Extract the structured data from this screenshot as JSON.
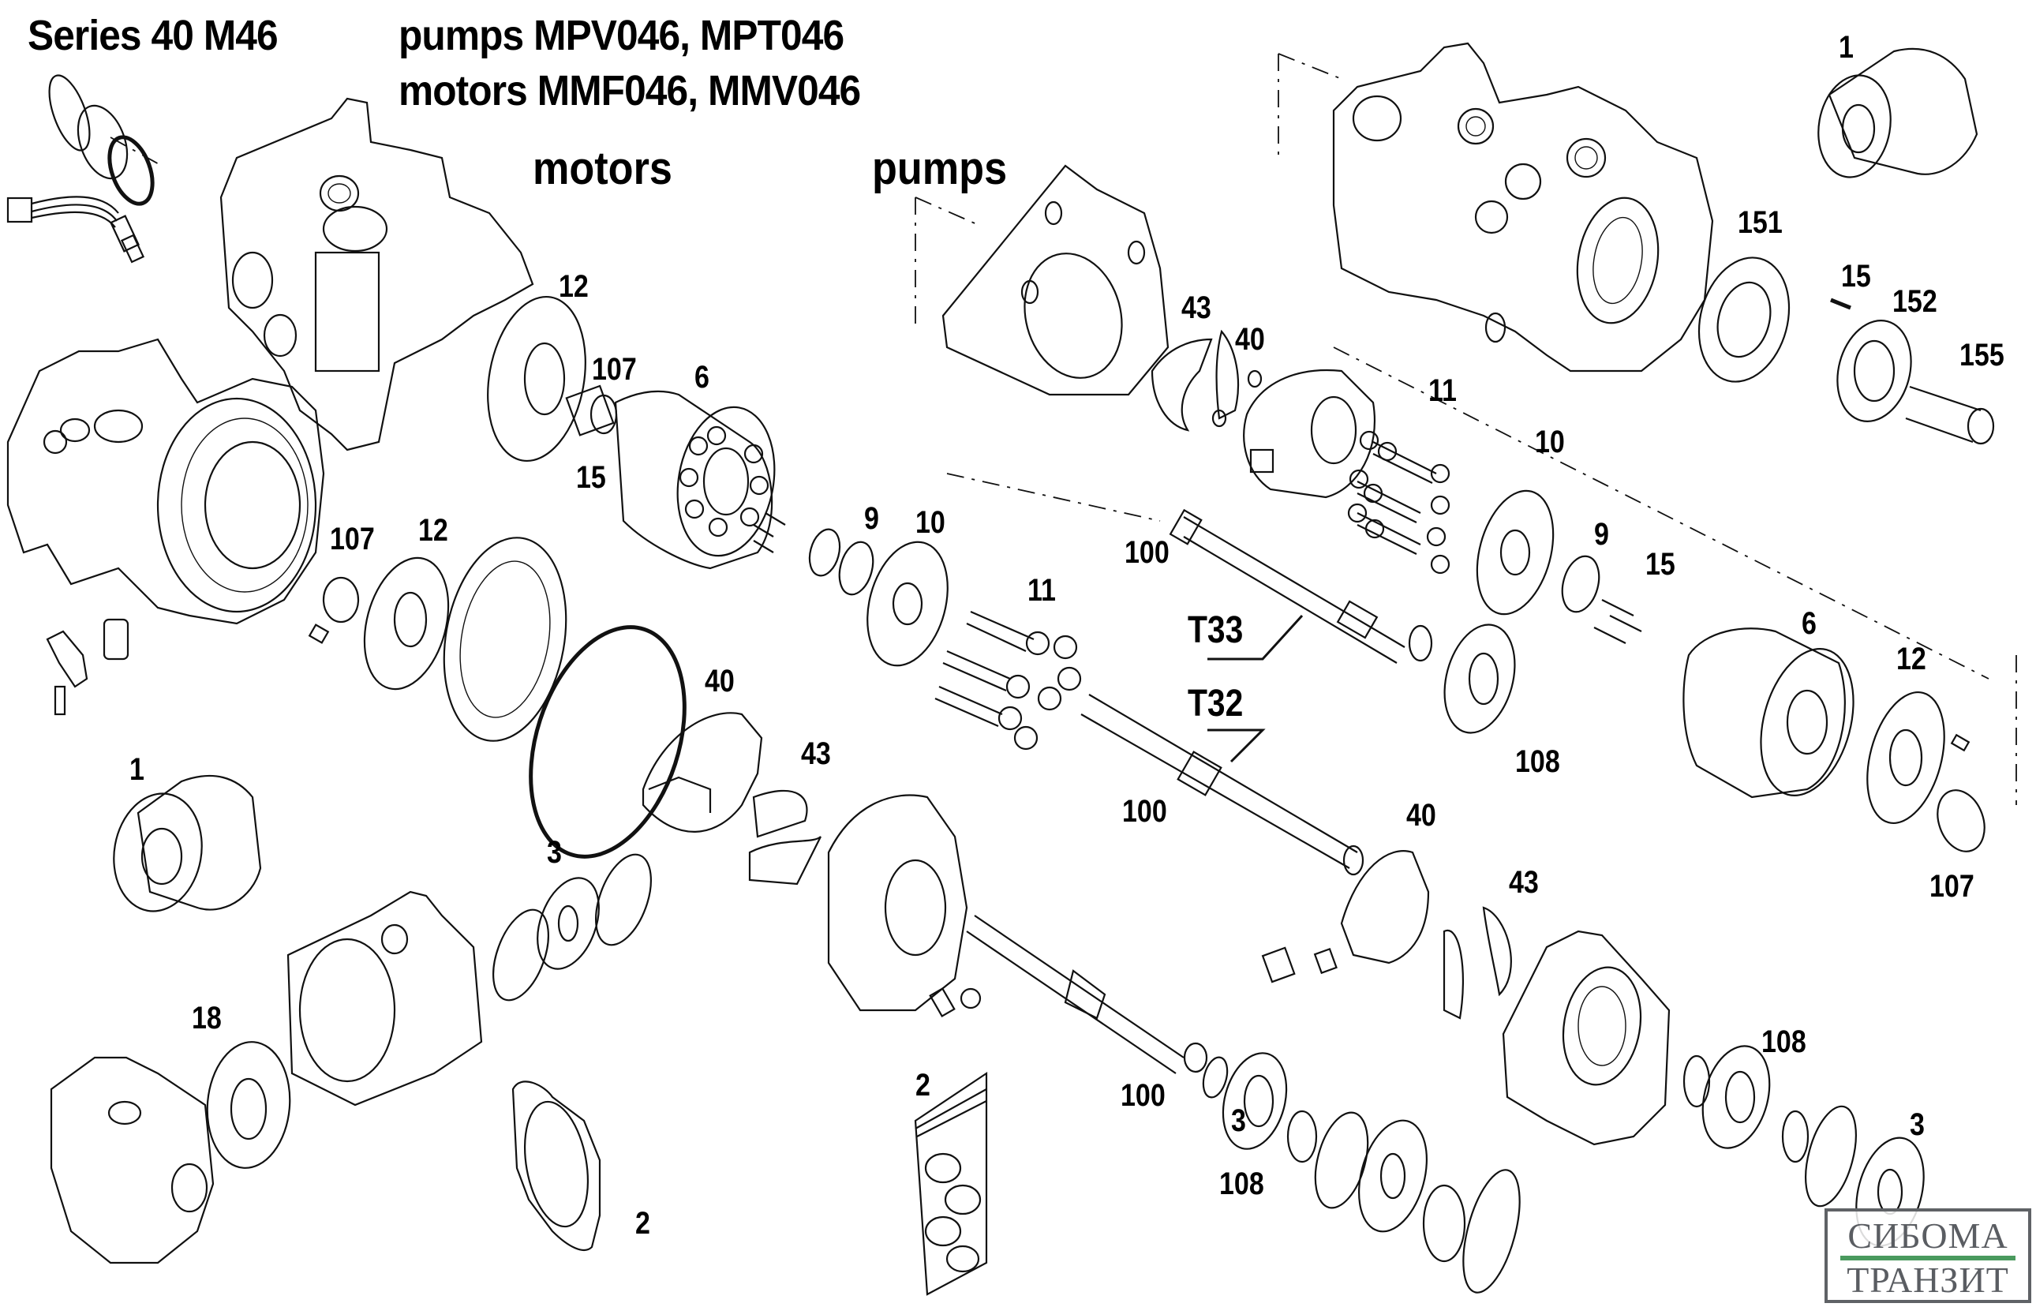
{
  "header": {
    "series": "Series 40 M46",
    "pumps_line": "pumps  MPV046, MPT046",
    "motors_line": "motors MMF046, MMV046"
  },
  "section_headings": {
    "motors": "motors",
    "pumps": "pumps"
  },
  "callouts": [
    {
      "id": "motor-12-top",
      "label": "12"
    },
    {
      "id": "motor-107-top",
      "label": "107"
    },
    {
      "id": "motor-6",
      "label": "6"
    },
    {
      "id": "motor-107-left",
      "label": "107"
    },
    {
      "id": "motor-12-left",
      "label": "12"
    },
    {
      "id": "motor-15",
      "label": "15"
    },
    {
      "id": "motor-9",
      "label": "9"
    },
    {
      "id": "motor-10",
      "label": "10"
    },
    {
      "id": "motor-11",
      "label": "11"
    },
    {
      "id": "motor-40",
      "label": "40"
    },
    {
      "id": "motor-43",
      "label": "43"
    },
    {
      "id": "motor-1",
      "label": "1"
    },
    {
      "id": "motor-3",
      "label": "3"
    },
    {
      "id": "motor-18",
      "label": "18"
    },
    {
      "id": "motor-2-gasket",
      "label": "2"
    },
    {
      "id": "kit-2-bag",
      "label": "2"
    },
    {
      "id": "motor-100",
      "label": "100"
    },
    {
      "id": "motor-108",
      "label": "108"
    },
    {
      "id": "motor-3-bottom",
      "label": "3"
    },
    {
      "id": "pump-43",
      "label": "43"
    },
    {
      "id": "pump-40",
      "label": "40"
    },
    {
      "id": "pump-11",
      "label": "11"
    },
    {
      "id": "pump-10",
      "label": "10"
    },
    {
      "id": "pump-100-top",
      "label": "100"
    },
    {
      "id": "pump-9",
      "label": "9"
    },
    {
      "id": "pump-15-mid",
      "label": "15"
    },
    {
      "id": "shaft-T33",
      "label": "T33"
    },
    {
      "id": "shaft-T32",
      "label": "T32"
    },
    {
      "id": "pump-100-mid",
      "label": "100"
    },
    {
      "id": "pump-108-top",
      "label": "108"
    },
    {
      "id": "pump-6",
      "label": "6"
    },
    {
      "id": "pump-12",
      "label": "12"
    },
    {
      "id": "pump-107",
      "label": "107"
    },
    {
      "id": "pump-40-low",
      "label": "40"
    },
    {
      "id": "pump-43-low",
      "label": "43"
    },
    {
      "id": "pump-108-low",
      "label": "108"
    },
    {
      "id": "pump-3-low",
      "label": "3"
    },
    {
      "id": "pump-1",
      "label": "1"
    },
    {
      "id": "pump-151",
      "label": "151"
    },
    {
      "id": "pump-15-top",
      "label": "15"
    },
    {
      "id": "pump-152",
      "label": "152"
    },
    {
      "id": "pump-155",
      "label": "155"
    }
  ],
  "logo": {
    "line1": "СИБОМА",
    "line2": "ТРАНЗИТ",
    "text_color": "#5a5d62",
    "bar_color": "#4a9a5e",
    "border_color": "#5f6266"
  }
}
